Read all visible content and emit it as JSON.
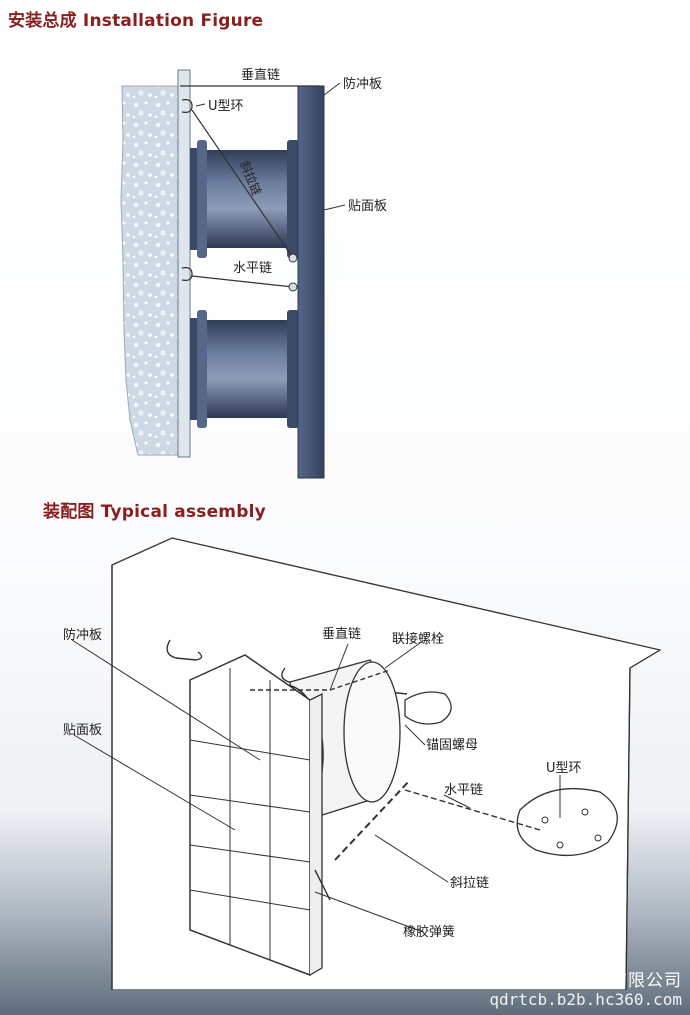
{
  "headings": {
    "installation": "安装总成 Installation Figure",
    "assembly": "装配图 Typical assembly"
  },
  "install_labels": {
    "vertical_chain": "垂直链",
    "fender_panel": "防冲板",
    "u_ring": "U型环",
    "diagonal_chain": "斜拉链",
    "facing_pad": "贴面板",
    "horizontal_chain": "水平链"
  },
  "assembly_labels": {
    "fender_panel": "防冲板",
    "vertical_chain": "垂直链",
    "connecting_bolt": "联接螺栓",
    "facing_pad": "贴面板",
    "anchor_nut": "锚固螺母",
    "u_ring": "U型环",
    "horizontal_chain": "水平链",
    "diagonal_chain": "斜拉链",
    "rubber_spring": "橡胶弹簧"
  },
  "footer": {
    "company": "青岛润通船舶用品有限公司",
    "url": "qdrtcb.b2b.hc360.com"
  },
  "colors": {
    "heading": "#8a1e1e",
    "panel": "#4a5b78",
    "concrete": "#c9d6e1"
  }
}
